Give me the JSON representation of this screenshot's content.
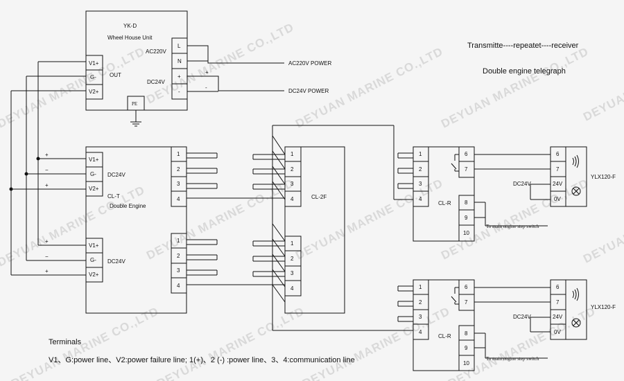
{
  "watermark": "DEYUAN MARINE CO.,LTD",
  "header": {
    "title": "Transmitte----repeatet----receiver",
    "subtitle": "Double engine telegraph"
  },
  "wheelhouse": {
    "name": "YK-D",
    "desc": "Wheel House Unit",
    "out": "OUT",
    "ac": "AC220V",
    "dc": "DC24V",
    "pe": "PE",
    "left_terms": [
      "V1+",
      "G-",
      "V2+"
    ],
    "right_terms": [
      "L",
      "N",
      "+",
      "-"
    ],
    "ac_power": "AC220V POWER",
    "dc_power": "DC24V POWER"
  },
  "clt": {
    "name": "CL-T",
    "desc": "Double Engine",
    "dc": "DC24V",
    "left_terms": [
      "V1+",
      "G-",
      "V2+"
    ],
    "right_terms": [
      "1",
      "2",
      "3",
      "4"
    ]
  },
  "cl2f": {
    "name": "CL-2F",
    "terms": [
      "1",
      "2",
      "3",
      "4"
    ]
  },
  "clr": {
    "name": "CL-R",
    "in_terms": [
      "1",
      "2",
      "3",
      "4"
    ],
    "out_terms": [
      "6",
      "7"
    ],
    "sw_terms": [
      "8",
      "9",
      "10"
    ],
    "switch_note": "To main engine step switch"
  },
  "ylx": {
    "name": "YLX120-F",
    "dc": "DC24V",
    "terms": [
      "6",
      "7",
      "24V",
      "0V"
    ]
  },
  "signs": {
    "plus": "+",
    "minus": "−",
    "minus_h": "-"
  },
  "footer": {
    "title": "Terminals",
    "desc": "V1、G:power line、V2:power failure line; 1(+)、2 (-) :power line、3、4:communication line"
  }
}
